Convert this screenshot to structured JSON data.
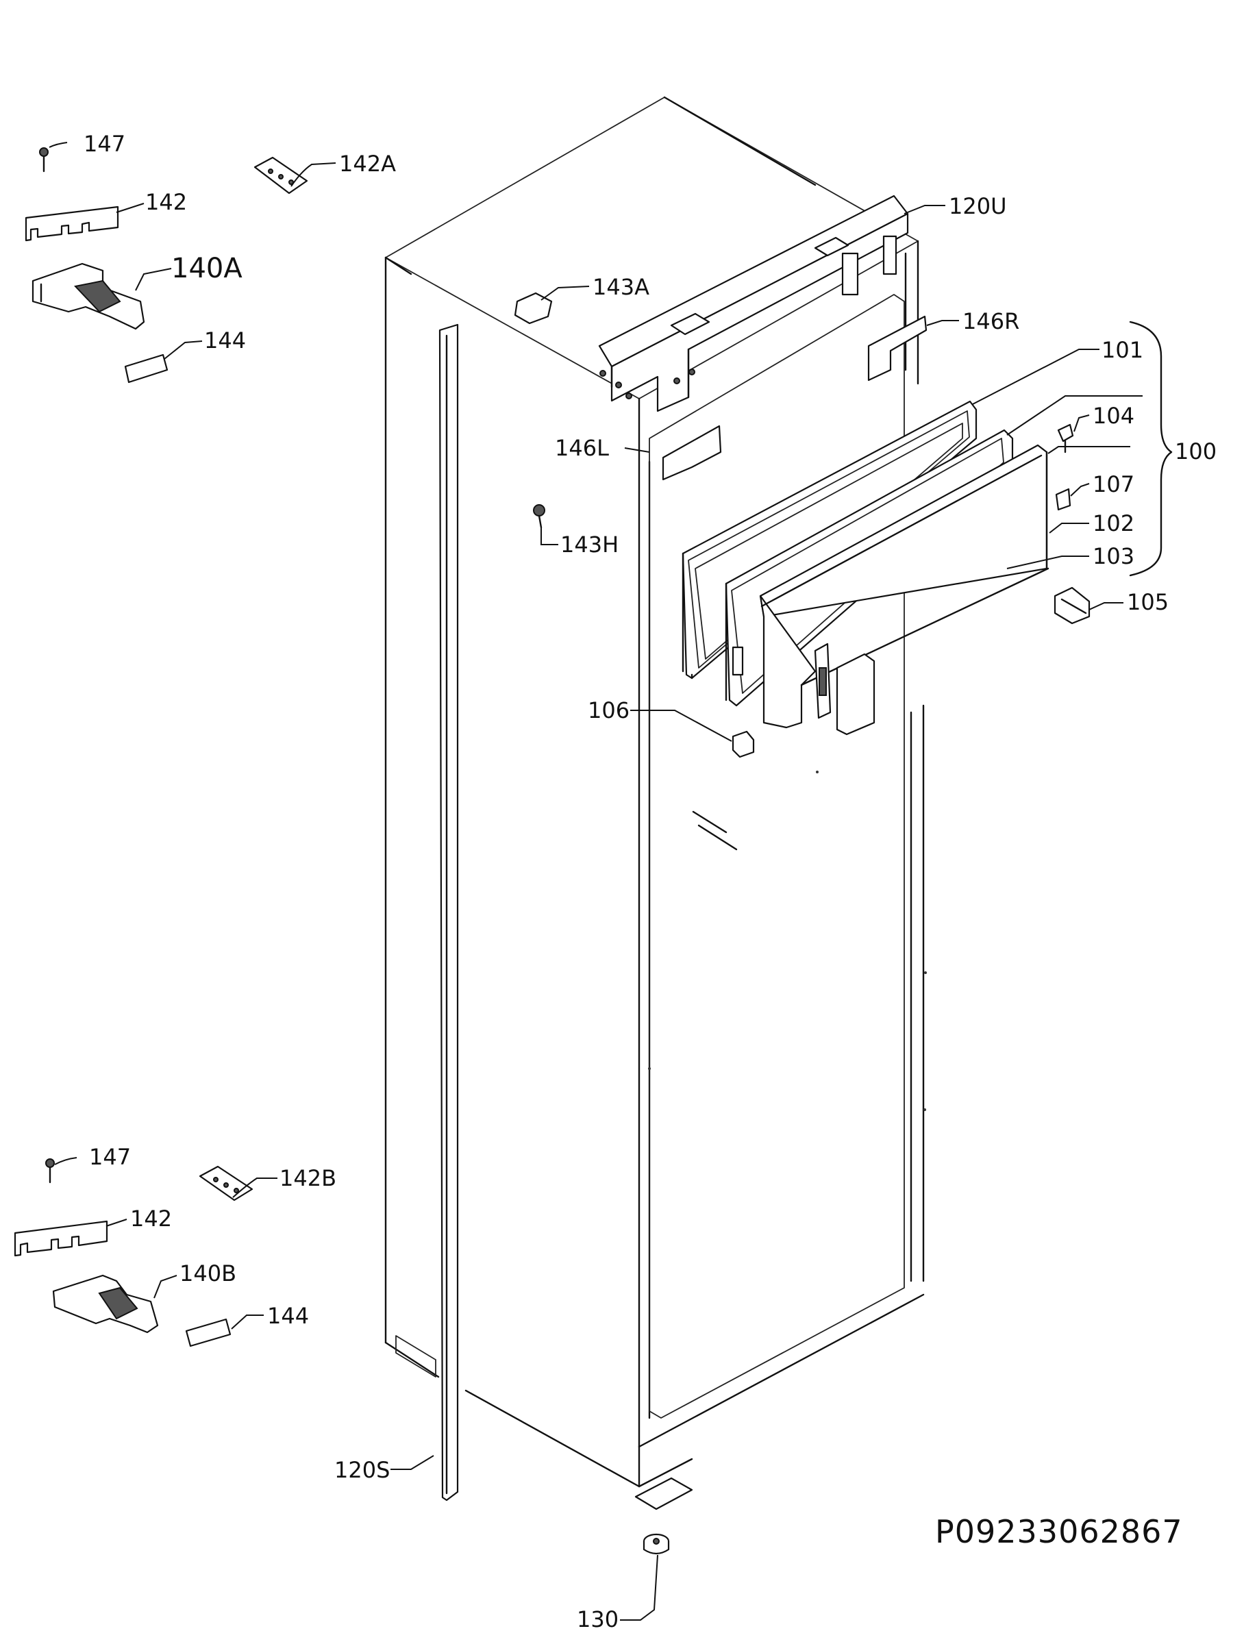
{
  "labels": {
    "l147_top": "147",
    "l142A": "142A",
    "l142_top": "142",
    "l140A": "140A",
    "l144_top": "144",
    "l143A": "143A",
    "l120U": "120U",
    "l146R": "146R",
    "l101": "101",
    "l104": "104",
    "l100": "100",
    "l146L": "146L",
    "l107": "107",
    "l143H": "143H",
    "l102": "102",
    "l103": "103",
    "l105": "105",
    "l106": "106",
    "l147_bot": "147",
    "l142B": "142B",
    "l142_bot": "142",
    "l140B": "140B",
    "l144_bot": "144",
    "l120S": "120S",
    "l130": "130"
  },
  "diagram_code": "P09233062867"
}
